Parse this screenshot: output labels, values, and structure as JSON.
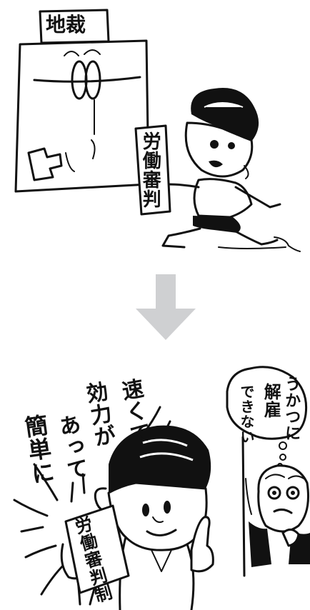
{
  "top_panel": {
    "court_sign": "地裁",
    "document_label": "労働審判"
  },
  "transition": {
    "arrow_color": "#cfd0d2"
  },
  "bottom_panel": {
    "speech_lines": [
      "速くて",
      "効力が",
      "あって",
      "簡単に"
    ],
    "document_label": "労働審判制",
    "thought_bubble": [
      "うかつに",
      "解雇",
      "できない"
    ]
  }
}
